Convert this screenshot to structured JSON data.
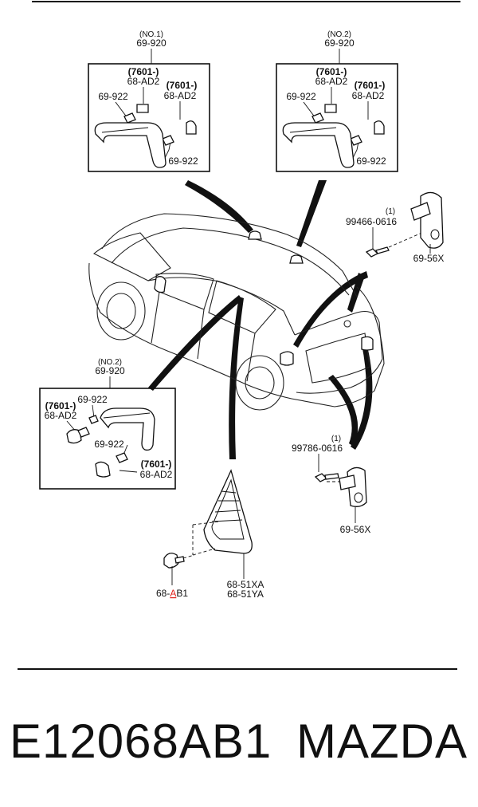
{
  "boxes": {
    "top_left": {
      "no_label": "(NO.1)",
      "part_top": "69-920",
      "ref_a": "(7601-)",
      "part_a": "68-AD2",
      "part_grip_a": "69-922",
      "ref_b": "(7601-)",
      "part_b": "68-AD2",
      "part_grip_b": "69-922"
    },
    "top_right": {
      "no_label": "(NO.2)",
      "part_top": "69-920",
      "ref_a": "(7601-)",
      "part_a": "68-AD2",
      "part_grip_a": "69-922",
      "ref_b": "(7601-)",
      "part_b": "68-AD2",
      "part_grip_b": "69-922"
    },
    "bottom_left": {
      "no_label": "(NO.2)",
      "part_top": "69-920",
      "ref_a": "(7601-)",
      "part_a": "68-AD2",
      "part_grip_a": "69-922",
      "part_grip_b": "69-922",
      "ref_b": "(7601-)",
      "part_b": "68-AD2"
    }
  },
  "parts": {
    "bolt_upper_qty": "(1)",
    "bolt_upper": "99466-0616",
    "bracket_upper": "69-56X",
    "bolt_lower_qty": "(1)",
    "bolt_lower": "99786-0616",
    "bracket_lower": "69-56X",
    "trim_a": "68-51XA",
    "trim_b": "68-51YA",
    "clip_prefix": "68-",
    "clip_mark": "A",
    "clip_suffix": "B1"
  },
  "footer": {
    "code": "E12068AB1",
    "brand": "MAZDA"
  },
  "colors": {
    "ink": "#111111",
    "highlight": "#e0201a"
  }
}
